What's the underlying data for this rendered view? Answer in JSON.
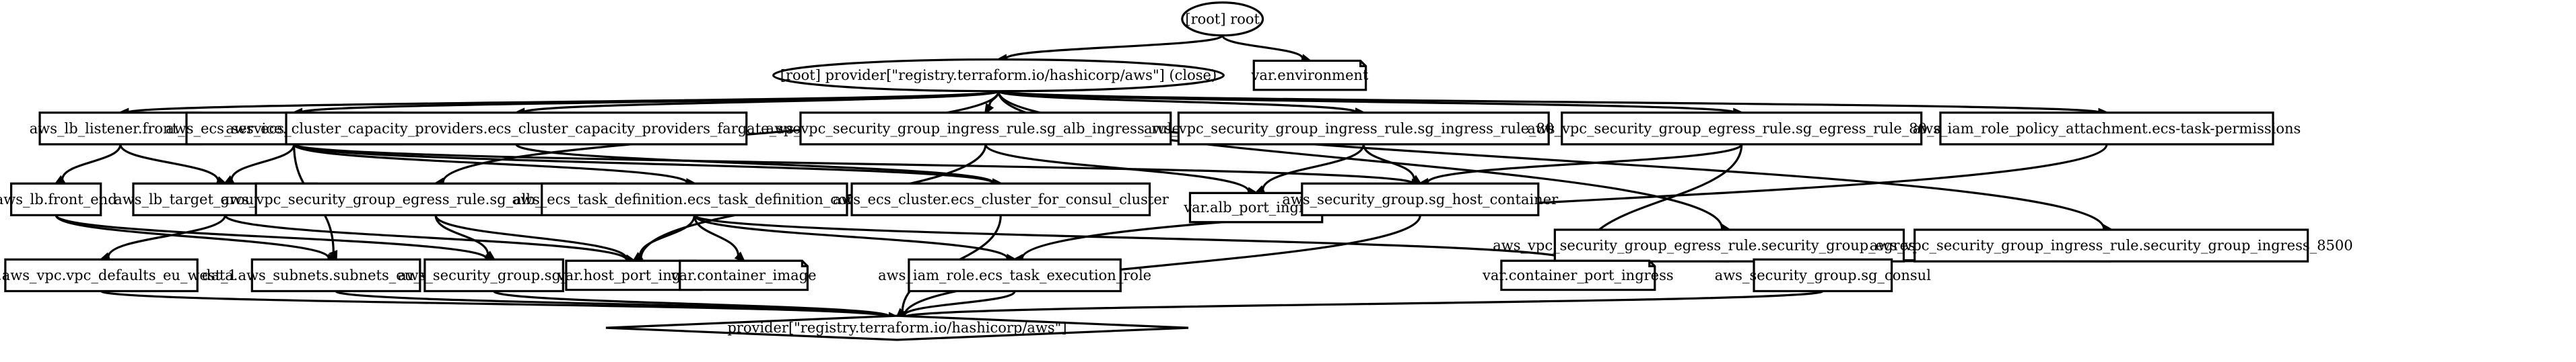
{
  "nodes": [
    {
      "id": "root",
      "label": "[root] root",
      "shape": "ellipse"
    },
    {
      "id": "var_env",
      "label": "var.environment",
      "shape": "note"
    },
    {
      "id": "provider_close",
      "label": "[root] provider[\"registry.terraform.io/hashicorp/aws\"] (close)",
      "shape": "ellipse"
    },
    {
      "id": "lb_listener",
      "label": "aws_lb_listener.front_end",
      "shape": "box"
    },
    {
      "id": "ecs_service",
      "label": "aws_ecs_service.ecs_service_consul",
      "shape": "box"
    },
    {
      "id": "ecs_cap",
      "label": "aws_ecs_cluster_capacity_providers.ecs_cluster_capacity_providers_fargate_spot",
      "shape": "box"
    },
    {
      "id": "sg_alb_ingress_80",
      "label": "aws_vpc_security_group_ingress_rule.sg_alb_ingress_rule_80",
      "shape": "box"
    },
    {
      "id": "sg_ingress_80_alb",
      "label": "aws_vpc_security_group_ingress_rule.sg_ingress_rule_80_alb",
      "shape": "box"
    },
    {
      "id": "sg_egress_80_alb",
      "label": "aws_vpc_security_group_egress_rule.sg_egress_rule_80_alb",
      "shape": "box"
    },
    {
      "id": "iam_attach",
      "label": "aws_iam_role_policy_attachment.ecs-task-permissions",
      "shape": "box"
    },
    {
      "id": "lb",
      "label": "aws_lb.front_end",
      "shape": "box"
    },
    {
      "id": "lb_tg",
      "label": "aws_lb_target_group.front_end",
      "shape": "box"
    },
    {
      "id": "sg_alb_egress_80",
      "label": "aws_vpc_security_group_egress_rule.sg_alb_egress_rule_80",
      "shape": "box"
    },
    {
      "id": "ecs_task",
      "label": "aws_ecs_task_definition.ecs_task_definition_consul",
      "shape": "box"
    },
    {
      "id": "ecs_cluster",
      "label": "aws_ecs_cluster.ecs_cluster_for_consul_cluster",
      "shape": "box"
    },
    {
      "id": "var_alb_port",
      "label": "var.alb_port_ingress",
      "shape": "note"
    },
    {
      "id": "sg_host",
      "label": "aws_security_group.sg_host_container",
      "shape": "box"
    },
    {
      "id": "sg_egress_8500",
      "label": "aws_vpc_security_group_egress_rule.security_group_egress_8500",
      "shape": "box"
    },
    {
      "id": "sg_ingress_8500",
      "label": "aws_vpc_security_group_ingress_rule.security_group_ingress_8500",
      "shape": "box"
    },
    {
      "id": "vpc",
      "label": "data.aws_vpc.vpc_defaults_eu_west_1",
      "shape": "box"
    },
    {
      "id": "subnets",
      "label": "data.aws_subnets.subnets_eu_west_1",
      "shape": "box"
    },
    {
      "id": "sg_alb",
      "label": "aws_security_group.sg_alb",
      "shape": "box"
    },
    {
      "id": "var_host_port",
      "label": "var.host_port_ingress",
      "shape": "note"
    },
    {
      "id": "var_container_image",
      "label": "var.container_image",
      "shape": "note"
    },
    {
      "id": "iam_role",
      "label": "aws_iam_role.ecs_task_execution_role",
      "shape": "box"
    },
    {
      "id": "var_container_port",
      "label": "var.container_port_ingress",
      "shape": "note"
    },
    {
      "id": "sg_consul",
      "label": "aws_security_group.sg_consul",
      "shape": "box"
    },
    {
      "id": "provider",
      "label": "provider[\"registry.terraform.io/hashicorp/aws\"]",
      "shape": "diamond"
    }
  ],
  "edges": [
    {
      "from": "root",
      "to": "provider_close"
    },
    {
      "from": "root",
      "to": "var_env"
    },
    {
      "from": "provider_close",
      "to": "lb_listener"
    },
    {
      "from": "provider_close",
      "to": "ecs_service"
    },
    {
      "from": "provider_close",
      "to": "ecs_cap"
    },
    {
      "from": "provider_close",
      "to": "sg_alb_ingress_80"
    },
    {
      "from": "provider_close",
      "to": "sg_ingress_80_alb"
    },
    {
      "from": "provider_close",
      "to": "sg_egress_80_alb"
    },
    {
      "from": "provider_close",
      "to": "iam_attach"
    },
    {
      "from": "provider_close",
      "to": "sg_alb_egress_80"
    },
    {
      "from": "provider_close",
      "to": "sg_egress_8500"
    },
    {
      "from": "provider_close",
      "to": "sg_ingress_8500"
    },
    {
      "from": "lb_listener",
      "to": "lb"
    },
    {
      "from": "lb_listener",
      "to": "lb_tg"
    },
    {
      "from": "ecs_service",
      "to": "lb_tg"
    },
    {
      "from": "ecs_service",
      "to": "ecs_task"
    },
    {
      "from": "ecs_service",
      "to": "ecs_cluster"
    },
    {
      "from": "ecs_service",
      "to": "subnets"
    },
    {
      "from": "ecs_service",
      "to": "sg_host"
    },
    {
      "from": "ecs_cap",
      "to": "ecs_cluster"
    },
    {
      "from": "sg_alb_ingress_80",
      "to": "var_alb_port"
    },
    {
      "from": "sg_alb_ingress_80",
      "to": "var_host_port"
    },
    {
      "from": "sg_ingress_80_alb",
      "to": "var_alb_port"
    },
    {
      "from": "sg_ingress_80_alb",
      "to": "sg_host"
    },
    {
      "from": "sg_egress_80_alb",
      "to": "sg_host"
    },
    {
      "from": "sg_egress_80_alb",
      "to": "var_container_port"
    },
    {
      "from": "iam_attach",
      "to": "iam_role"
    },
    {
      "from": "lb",
      "to": "subnets"
    },
    {
      "from": "lb",
      "to": "sg_alb"
    },
    {
      "from": "lb_tg",
      "to": "vpc"
    },
    {
      "from": "lb_tg",
      "to": "var_host_port"
    },
    {
      "from": "sg_alb_egress_80",
      "to": "sg_alb"
    },
    {
      "from": "sg_alb_egress_80",
      "to": "var_host_port"
    },
    {
      "from": "ecs_task",
      "to": "var_host_port"
    },
    {
      "from": "ecs_task",
      "to": "var_container_image"
    },
    {
      "from": "ecs_task",
      "to": "iam_role"
    },
    {
      "from": "ecs_task",
      "to": "var_container_port"
    },
    {
      "from": "ecs_cluster",
      "to": "provider"
    },
    {
      "from": "sg_host",
      "to": "provider"
    },
    {
      "from": "sg_egress_8500",
      "to": "var_container_port"
    },
    {
      "from": "sg_egress_8500",
      "to": "sg_consul"
    },
    {
      "from": "sg_ingress_8500",
      "to": "var_container_port"
    },
    {
      "from": "sg_ingress_8500",
      "to": "sg_consul"
    },
    {
      "from": "vpc",
      "to": "provider"
    },
    {
      "from": "subnets",
      "to": "provider"
    },
    {
      "from": "sg_alb",
      "to": "provider"
    },
    {
      "from": "iam_role",
      "to": "provider"
    },
    {
      "from": "sg_consul",
      "to": "provider"
    }
  ]
}
